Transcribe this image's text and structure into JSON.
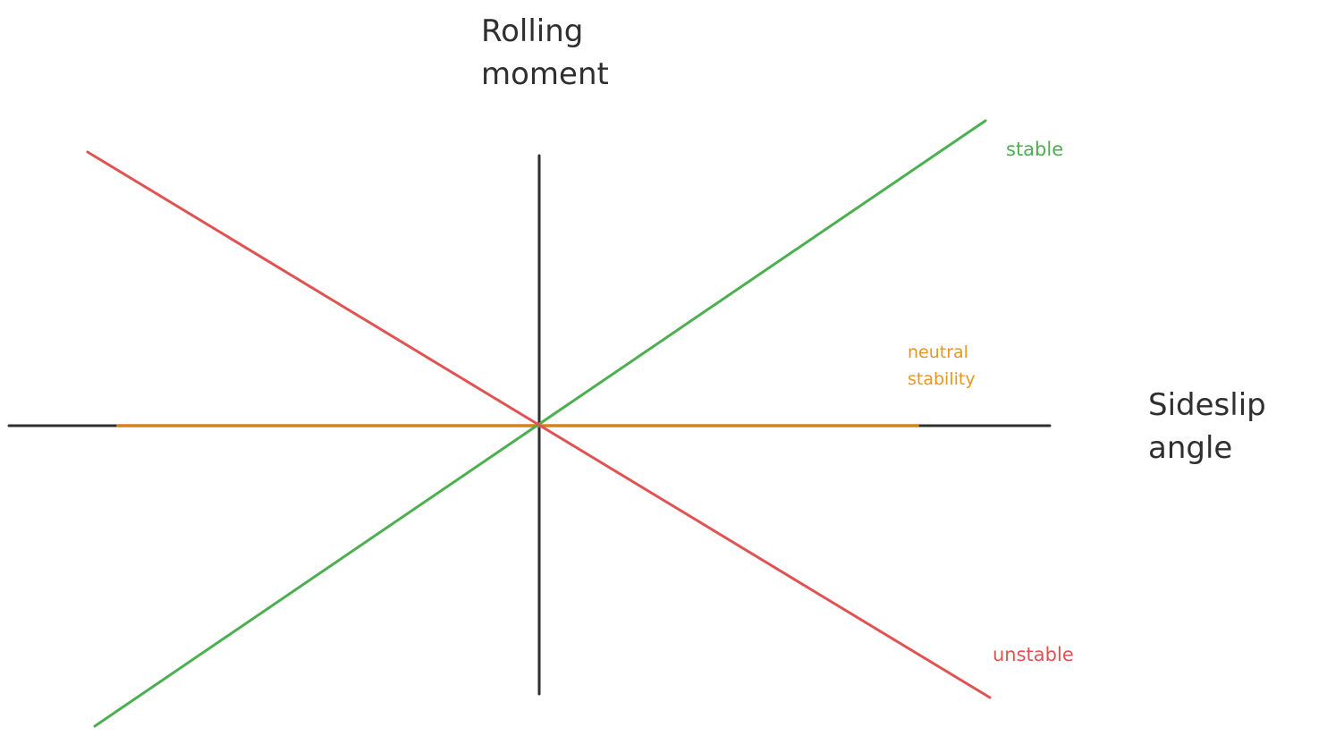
{
  "colors": {
    "axis": "#2f2f2f",
    "stable": "#4caf50",
    "unstable": "#e05353",
    "neutral": "#d4821d",
    "neutral_label": "#e8961f"
  },
  "axes": {
    "vertical_label_line1": "Rolling",
    "vertical_label_line2": "moment",
    "horizontal_label_line1": "Sideslip",
    "horizontal_label_line2": "angle"
  },
  "lines": {
    "stable_label": "stable",
    "unstable_label": "unstable",
    "neutral_label_line1": "neutral",
    "neutral_label_line2": "stability"
  }
}
